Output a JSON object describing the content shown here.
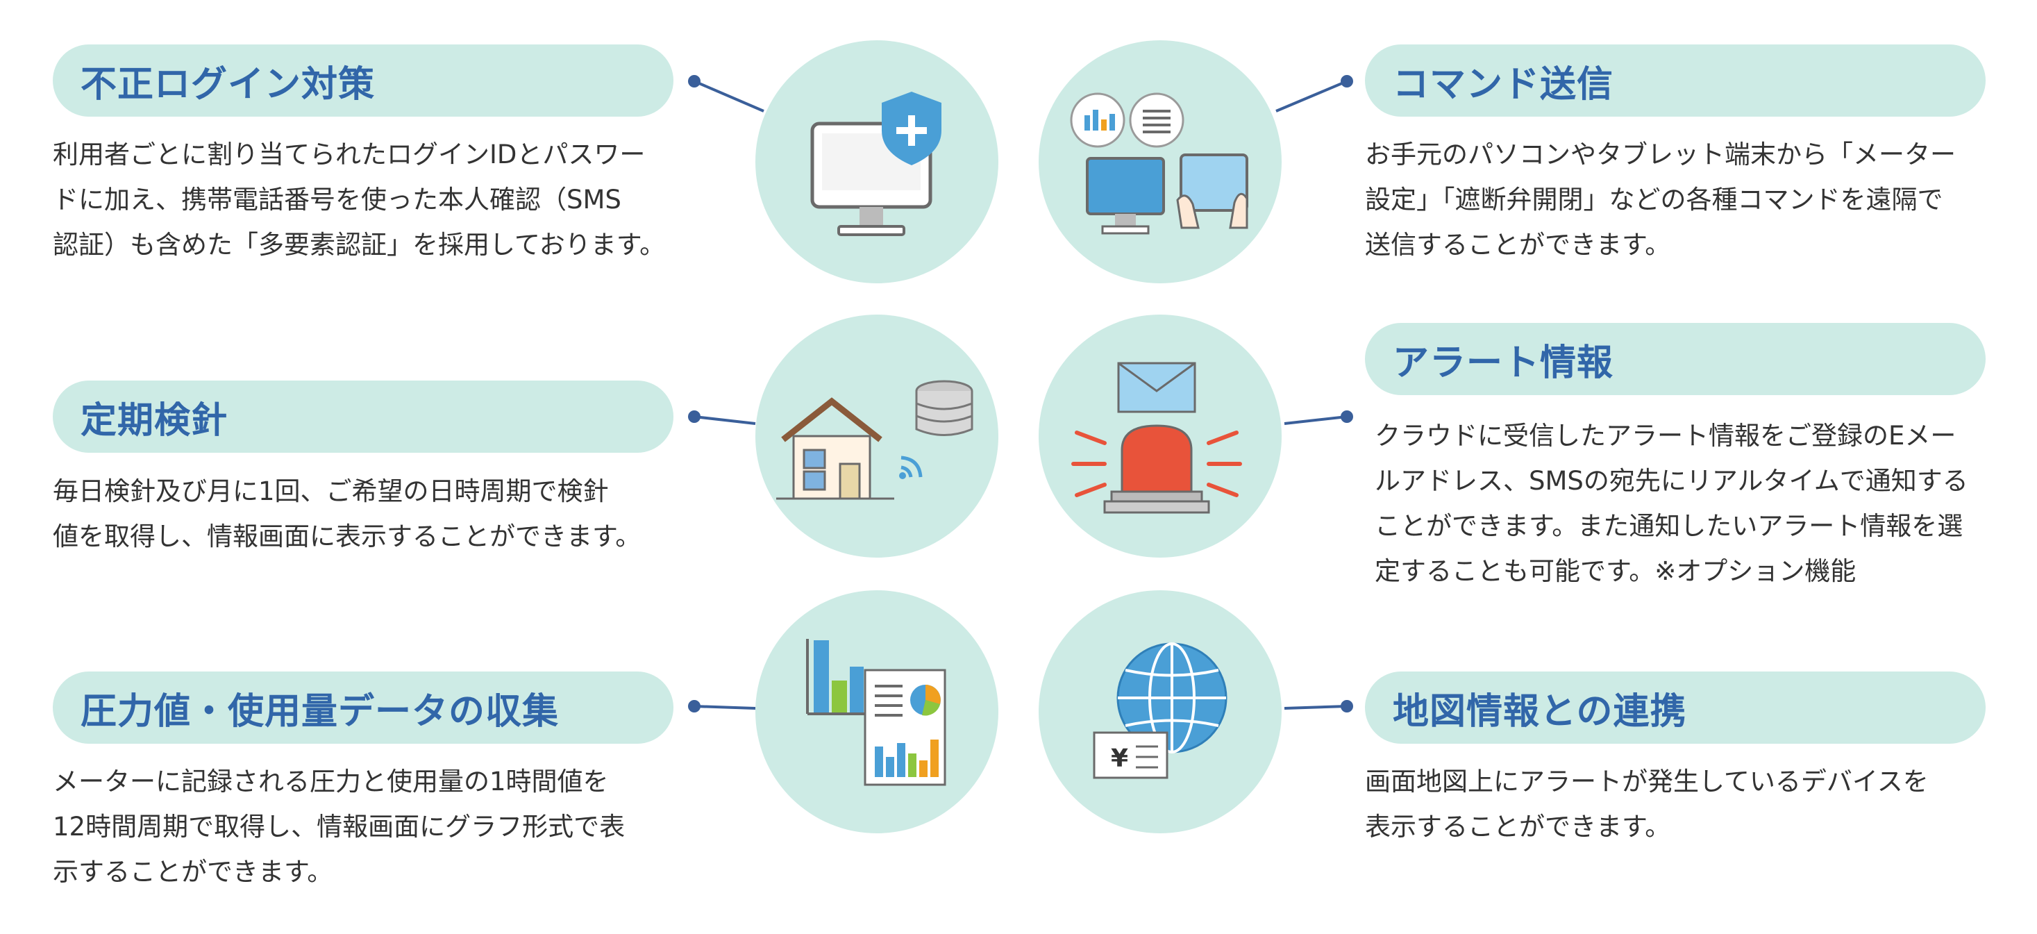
{
  "features": {
    "unauthorized_login": {
      "title": "不正ログイン対策",
      "description": "利用者ごとに割り当てられたログインIDとパスワー\nドに加え、携帯電話番号を使った本人確認（SMS\n認証）も含めた「多要素認証」を採用しております。",
      "icon": "monitor-shield-icon"
    },
    "command_send": {
      "title": "コマンド送信",
      "description": "お手元のパソコンやタブレット端末から「メーター\n設定」「遮断弁開閉」などの各種コマンドを遠隔で\n送信することができます。",
      "icon": "pc-tablet-icon"
    },
    "periodic_reading": {
      "title": "定期検針",
      "description": "毎日検針及び月に1回、ご希望の日時周期で検針\n値を取得し、情報画面に表示することができます。",
      "icon": "house-database-icon"
    },
    "alert_info": {
      "title": "アラート情報",
      "description": "クラウドに受信したアラート情報をご登録のEメー\nルアドレス、SMSの宛先にリアルタイムで通知する\nことができます。また通知したいアラート情報を選\n定することも可能です。※オプション機能",
      "icon": "alarm-mail-icon"
    },
    "data_collection": {
      "title": "圧力値・使用量データの収集",
      "description": "メーターに記録される圧力と使用量の1時間値を\n12時間周期で取得し、情報画面にグラフ形式で表\n示することができます。",
      "icon": "charts-report-icon"
    },
    "map_link": {
      "title": "地図情報との連携",
      "description": "画面地図上にアラートが発生しているデバイスを\n表示することができます。",
      "icon": "globe-card-icon"
    }
  },
  "colors": {
    "pill_bg": "#cdebe5",
    "title": "#3166a9",
    "text": "#333333",
    "connector": "#3a5f9a",
    "icon_blue": "#4a9fd6",
    "alarm_red": "#e8533a"
  }
}
